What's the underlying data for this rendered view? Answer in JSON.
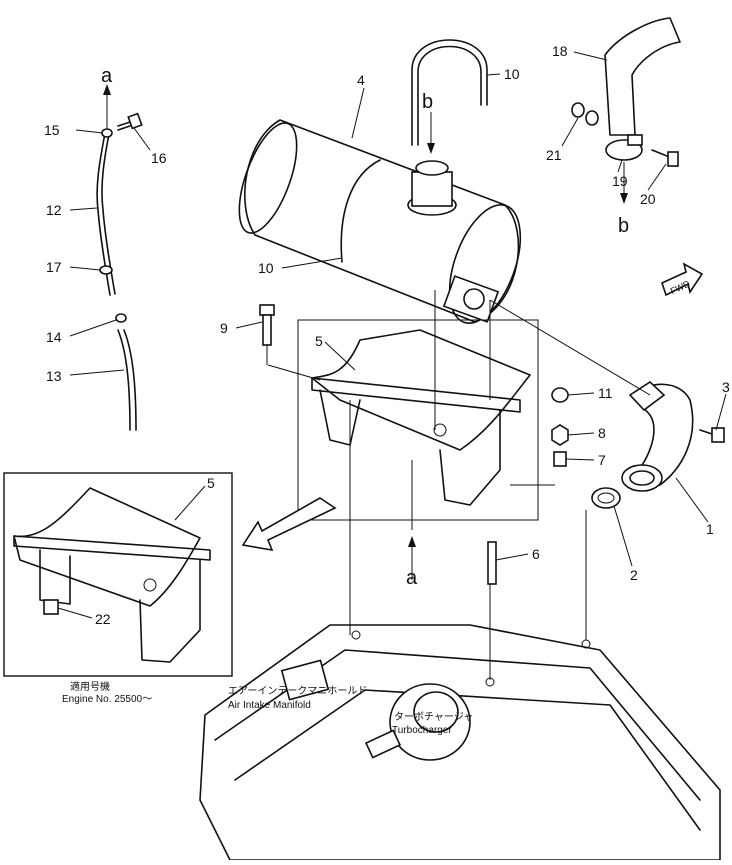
{
  "diagram": {
    "part_numbers": {
      "p1": "1",
      "p2": "2",
      "p3": "3",
      "p4": "4",
      "p5": "5",
      "p5_inset": "5",
      "p6": "6",
      "p7": "7",
      "p8": "8",
      "p9": "9",
      "p10_top": "10",
      "p10_left": "10",
      "p11": "11",
      "p12": "12",
      "p13": "13",
      "p14": "14",
      "p15": "15",
      "p16": "16",
      "p17": "17",
      "p18": "18",
      "p19": "19",
      "p20": "20",
      "p21": "21",
      "p22": "22"
    },
    "arrow_labels": {
      "a_top": "a",
      "a_bottom": "a",
      "b_top": "b",
      "b_right": "b"
    },
    "fwd_label": "FWD",
    "inset": {
      "serial_jp": "適用号機",
      "serial_en": "Engine No. 25500～"
    },
    "engine_labels": {
      "intake_jp": "エアーインテークマニホールド",
      "intake_en": "Air Intake Manifold",
      "turbo_jp": "ターボチャージャ",
      "turbo_en": "Turbocharger"
    }
  }
}
